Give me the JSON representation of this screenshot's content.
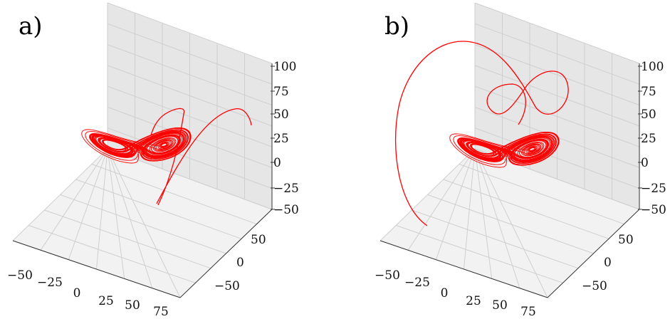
{
  "chart_data": [
    {
      "type": "line3d",
      "panel_label": "a)",
      "x_ticks": [
        "−50",
        "−25",
        "0",
        "25",
        "50",
        "75"
      ],
      "y_ticks": [
        "−50",
        "0",
        "50"
      ],
      "z_ticks": [
        "−50",
        "−25",
        "0",
        "25",
        "50",
        "75",
        "100"
      ],
      "xlim": [
        -60,
        80
      ],
      "ylim": [
        -75,
        75
      ],
      "zlim": [
        -50,
        115
      ],
      "grid": true,
      "series": [
        {
          "color": "#ff0000"
        }
      ]
    },
    {
      "type": "line3d",
      "panel_label": "b)",
      "x_ticks": [
        "−50",
        "−25",
        "0",
        "25",
        "50",
        "75"
      ],
      "y_ticks": [
        "−50",
        "0",
        "50"
      ],
      "z_ticks": [
        "−50",
        "−25",
        "0",
        "25",
        "50",
        "75",
        "100"
      ],
      "xlim": [
        -60,
        80
      ],
      "ylim": [
        -75,
        75
      ],
      "zlim": [
        -50,
        115
      ],
      "grid": true,
      "series": [
        {
          "color": "#ff0000"
        }
      ]
    }
  ]
}
